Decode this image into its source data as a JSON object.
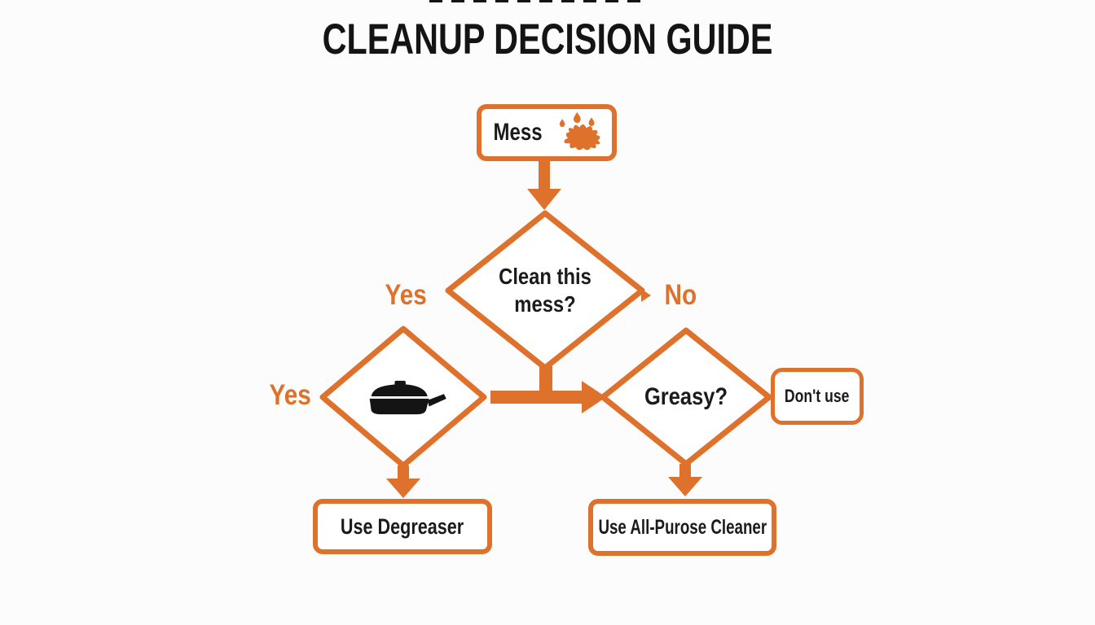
{
  "title": "CLEANUP DECISION GUIDE",
  "colors": {
    "accent": "#DE712C",
    "ink": "#1B1B1B",
    "background": "#FCFCFC"
  },
  "flowchart": {
    "nodes": {
      "mess": {
        "label": "Mess",
        "icon": "splat-icon"
      },
      "clean_this_mess": {
        "label": "Clean this mess?"
      },
      "greasy_pan": {
        "icon": "frying-pan-icon"
      },
      "greasy": {
        "label": "Greasy?"
      },
      "dont_use": {
        "label": "Don't use"
      },
      "use_degreaser": {
        "label": "Use Degreaser"
      },
      "use_all_purpose_cleaner": {
        "label": "Use All-Purose Cleaner"
      }
    },
    "edge_labels": {
      "yes_top": "Yes",
      "no_top": "No",
      "yes_left": "Yes"
    }
  }
}
